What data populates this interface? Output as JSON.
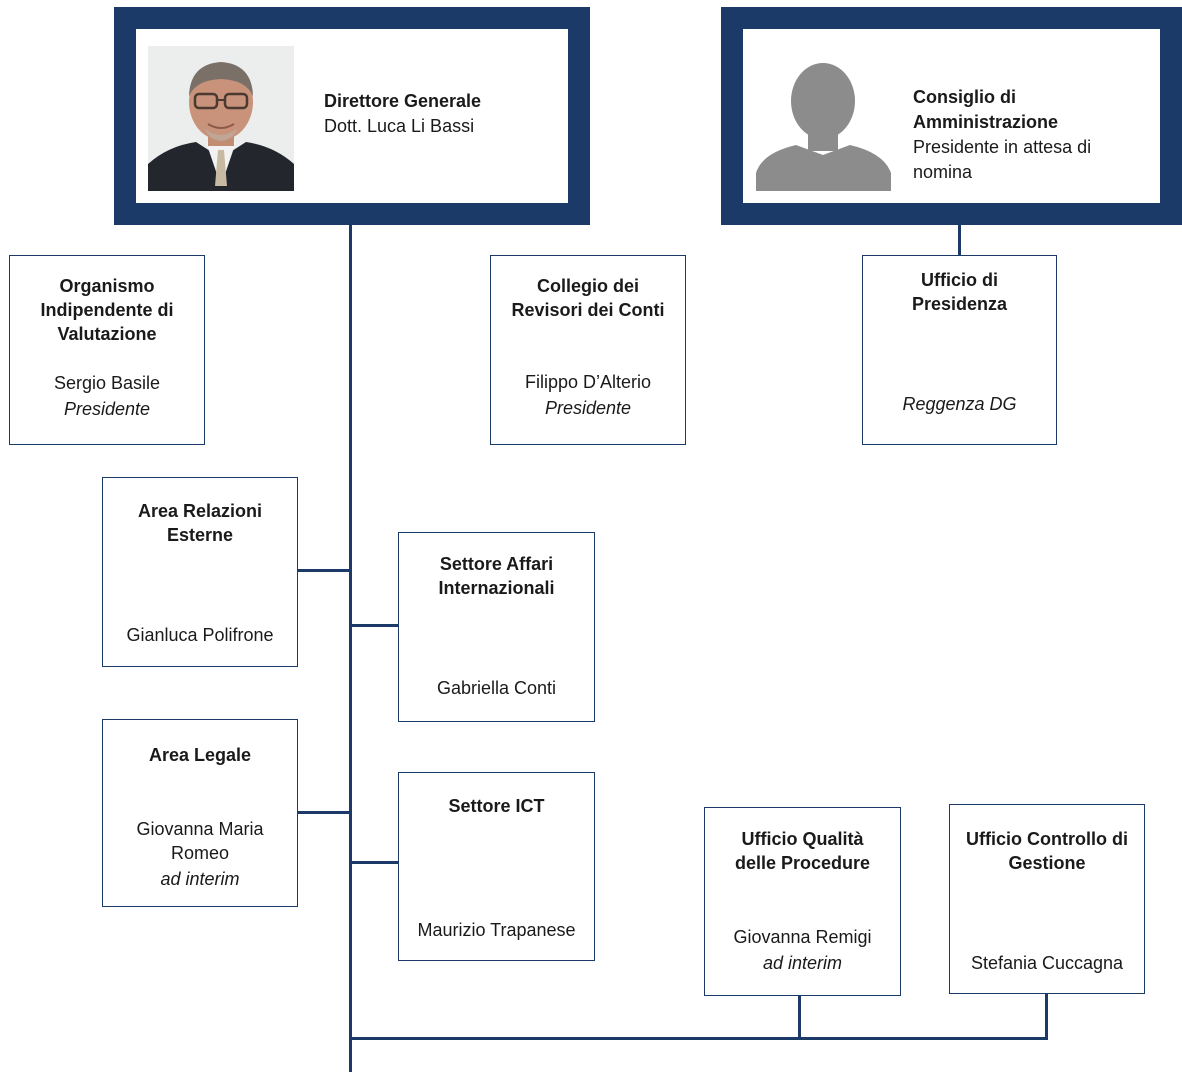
{
  "director": {
    "title": "Direttore Generale",
    "name": "Dott. Luca Li Bassi"
  },
  "board": {
    "title_line1": "Consiglio di",
    "title_line2": "Amministrazione",
    "subtitle_line1": "Presidente in attesa di",
    "subtitle_line2": "nomina"
  },
  "oiv": {
    "title": "Organismo Indipendente di Valutazione",
    "name": "Sergio Basile",
    "role": "Presidente"
  },
  "collegio": {
    "title": "Collegio dei Revisori dei Conti",
    "name": "Filippo D’Alterio",
    "role": "Presidente"
  },
  "presidenza": {
    "title": "Ufficio di Presidenza",
    "role": "Reggenza DG"
  },
  "relazioni": {
    "title": "Area Relazioni Esterne",
    "name": "Gianluca Polifrone"
  },
  "affari": {
    "title": "Settore Affari Internazionali",
    "name": "Gabriella Conti"
  },
  "legale": {
    "title": "Area Legale",
    "name": "Giovanna Maria Romeo",
    "role": "ad interim"
  },
  "ict": {
    "title": "Settore ICT",
    "name": "Maurizio Trapanese"
  },
  "qualita": {
    "title": "Ufficio Qualità delle Procedure",
    "name": "Giovanna Remigi",
    "role": "ad interim"
  },
  "controllo": {
    "title": "Ufficio Controllo di Gestione",
    "name": "Stefania Cuccagna"
  },
  "colors": {
    "frame": "#1b3a67",
    "silhouette": "#8c8c8c"
  }
}
